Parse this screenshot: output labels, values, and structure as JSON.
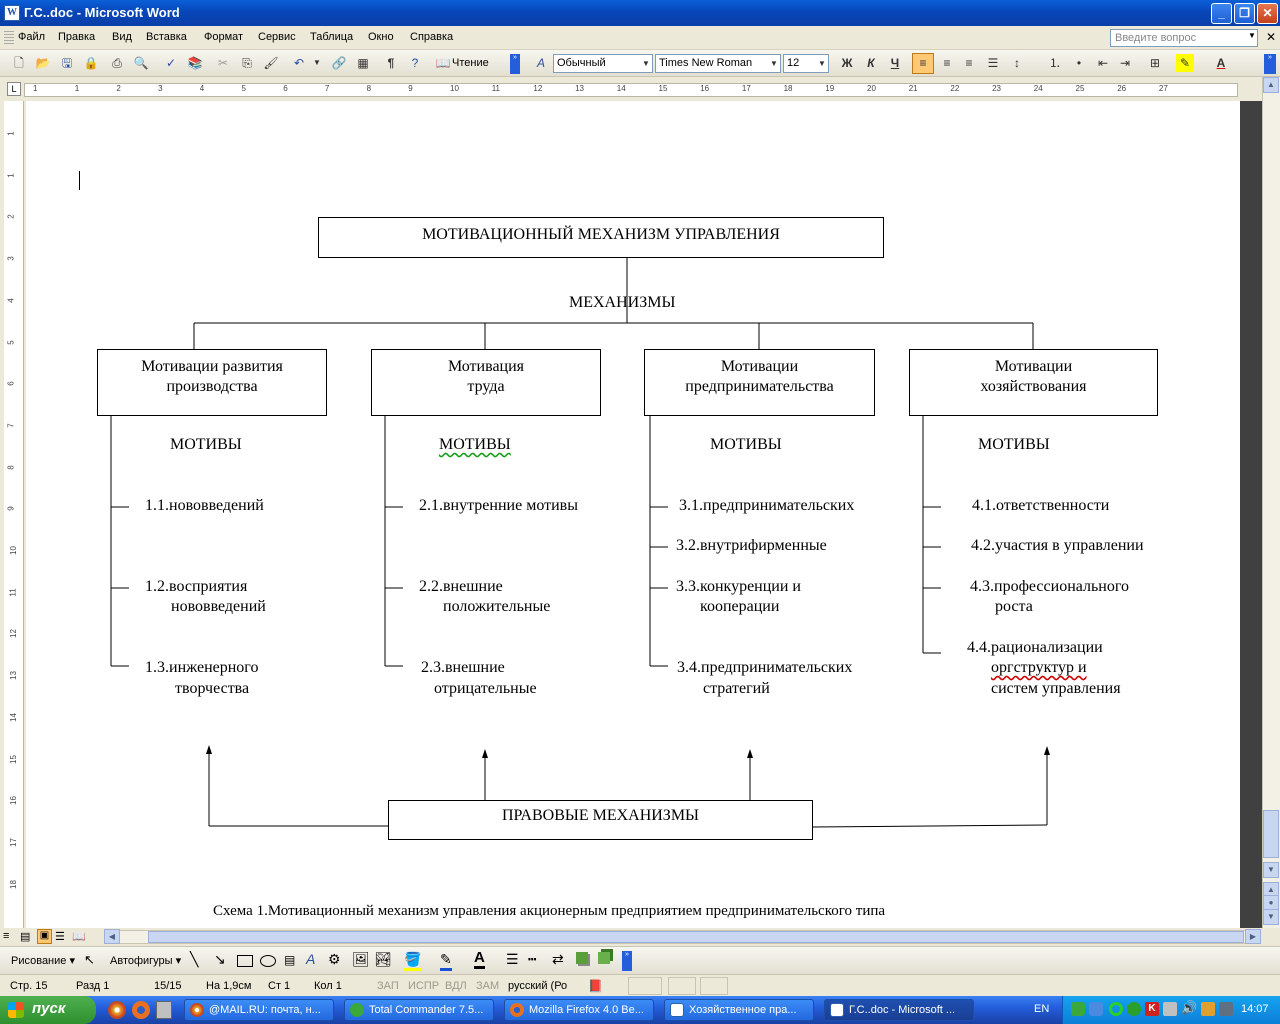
{
  "window": {
    "title": "Г.С..doc - Microsoft Word",
    "app_icon": "W",
    "controls": {
      "minimize": "_",
      "maximize": "❐",
      "close": "✕"
    }
  },
  "menu": {
    "items": [
      "Файл",
      "Правка",
      "Вид",
      "Вставка",
      "Формат",
      "Сервис",
      "Таблица",
      "Окно",
      "Справка"
    ],
    "ask_placeholder": "Введите вопрос"
  },
  "toolbar": {
    "reading_label": "Чтение",
    "style_value": "Обычный",
    "font_value": "Times New Roman",
    "size_value": "12",
    "bold": "Ж",
    "italic": "К",
    "underline": "Ч"
  },
  "ruler": {
    "h_labels": [
      "1",
      "1",
      "2",
      "3",
      "4",
      "5",
      "6",
      "7",
      "8",
      "9",
      "10",
      "11",
      "12",
      "13",
      "14",
      "15",
      "16",
      "17",
      "18",
      "19",
      "20",
      "21",
      "22",
      "23",
      "24",
      "25",
      "26",
      "27"
    ],
    "v_labels": [
      "1",
      "1",
      "2",
      "3",
      "4",
      "5",
      "6",
      "7",
      "8",
      "9",
      "10",
      "11",
      "12",
      "13",
      "14",
      "15",
      "16",
      "17",
      "18"
    ]
  },
  "diagram": {
    "title": "МОТИВАЦИОННЫЙ МЕХАНИЗМ УПРАВЛЕНИЯ",
    "mechanisms_label": "МЕХАНИЗМЫ",
    "motives_label": "МОТИВЫ",
    "legal_box": "ПРАВОВЫЕ МЕХАНИЗМЫ",
    "caption": "Схема 1.Мотивационный механизм управления акционерным предприятием предпринимательского типа",
    "columns": [
      {
        "header": [
          "Мотивации развития",
          "производства"
        ],
        "items": [
          [
            "1.1.нововведений"
          ],
          [
            "1.2.восприятия",
            "нововведений"
          ],
          [
            "1.3.инженерного",
            "творчества"
          ]
        ]
      },
      {
        "header": [
          "Мотивация",
          "труда"
        ],
        "items": [
          [
            "2.1.внутренние мотивы"
          ],
          [
            "2.2.внешние",
            "положительные"
          ],
          [
            "2.3.внешние",
            "отрицательные"
          ]
        ]
      },
      {
        "header": [
          "Мотивации",
          "предпринимательства"
        ],
        "items": [
          [
            "3.1.предпринимательских"
          ],
          [
            "3.2.внутрифирменные"
          ],
          [
            "3.3.конкуренции и",
            "кооперации"
          ],
          [
            "3.4.предпринимательских",
            "стратегий"
          ]
        ]
      },
      {
        "header": [
          "Мотивации",
          "хозяйствования"
        ],
        "items": [
          [
            "4.1.ответственности"
          ],
          [
            "4.2.участия в управлении"
          ],
          [
            "4.3.профессионального",
            "роста"
          ],
          [
            "4.4.рационализации",
            "оргструктур и",
            "систем управления"
          ]
        ]
      }
    ]
  },
  "drawing_toolbar": {
    "draw_label": "Рисование",
    "autoshapes_label": "Автофигуры"
  },
  "status": {
    "page": "Стр. 15",
    "section": "Разд 1",
    "pages": "15/15",
    "at": "На 1,9см",
    "line": "Ст 1",
    "col": "Кол 1",
    "rec": "ЗАП",
    "trk": "ИСПР",
    "ext": "ВДЛ",
    "ovr": "ЗАМ",
    "language": "русский (Ро"
  },
  "taskbar": {
    "start_label": "пуск",
    "tasks": [
      "@MAIL.RU: почта, н...",
      "Total Commander 7.5...",
      "Mozilla Firefox 4.0 Be...",
      "Хозяйственное пра...",
      "Г.С..doc - Microsoft ..."
    ],
    "lang": "EN",
    "clock": "14:07"
  },
  "colors": {
    "title_blue": "#0a5fd8",
    "taskbar_blue": "#245edb",
    "start_green": "#3a9a3a",
    "spellcheck_red": "#d00000"
  }
}
